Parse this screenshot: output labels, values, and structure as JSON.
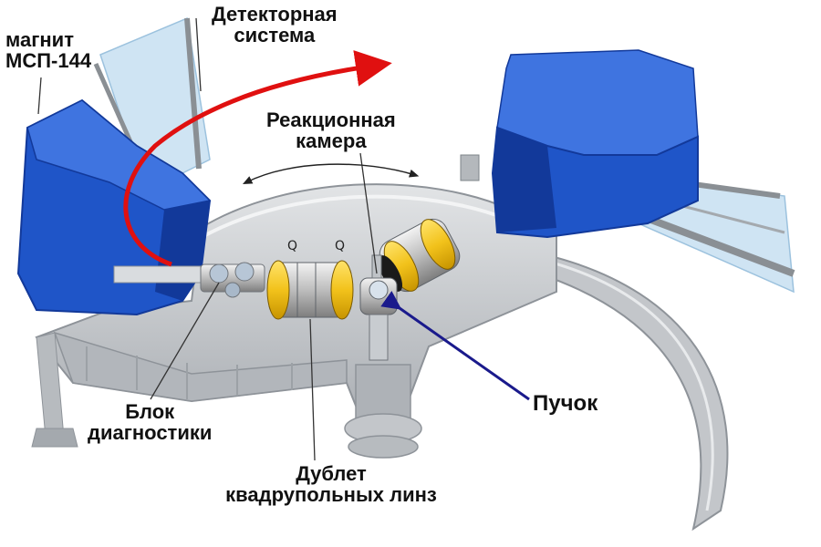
{
  "labels": {
    "magnet": {
      "line1": "магнит",
      "line2": "МСП-144"
    },
    "detector": {
      "line1": "Детекторная",
      "line2": "система"
    },
    "chamber": {
      "line1": "Реакционная",
      "line2": "камера"
    },
    "diagnostics": {
      "line1": "Блок",
      "line2": "диагностики"
    },
    "beam": "Пучок",
    "doublet": {
      "line1": "Дублет",
      "line2": "квадрупольных линз"
    },
    "q1": "Q",
    "q2": "Q"
  },
  "colors": {
    "magnet_blue": "#1f55c8",
    "magnet_blue_dark": "#12399a",
    "magnet_blue_light": "#3f74e0",
    "frame_gray": "#c8cbcf",
    "frame_gray_dark": "#8e9399",
    "quad_yellow": "#f2c21b",
    "quad_black": "#1a1a1a",
    "panel_light": "#cfe4f3",
    "red_arrow": "#e01010",
    "beam_arrow": "#1a1a8c"
  }
}
